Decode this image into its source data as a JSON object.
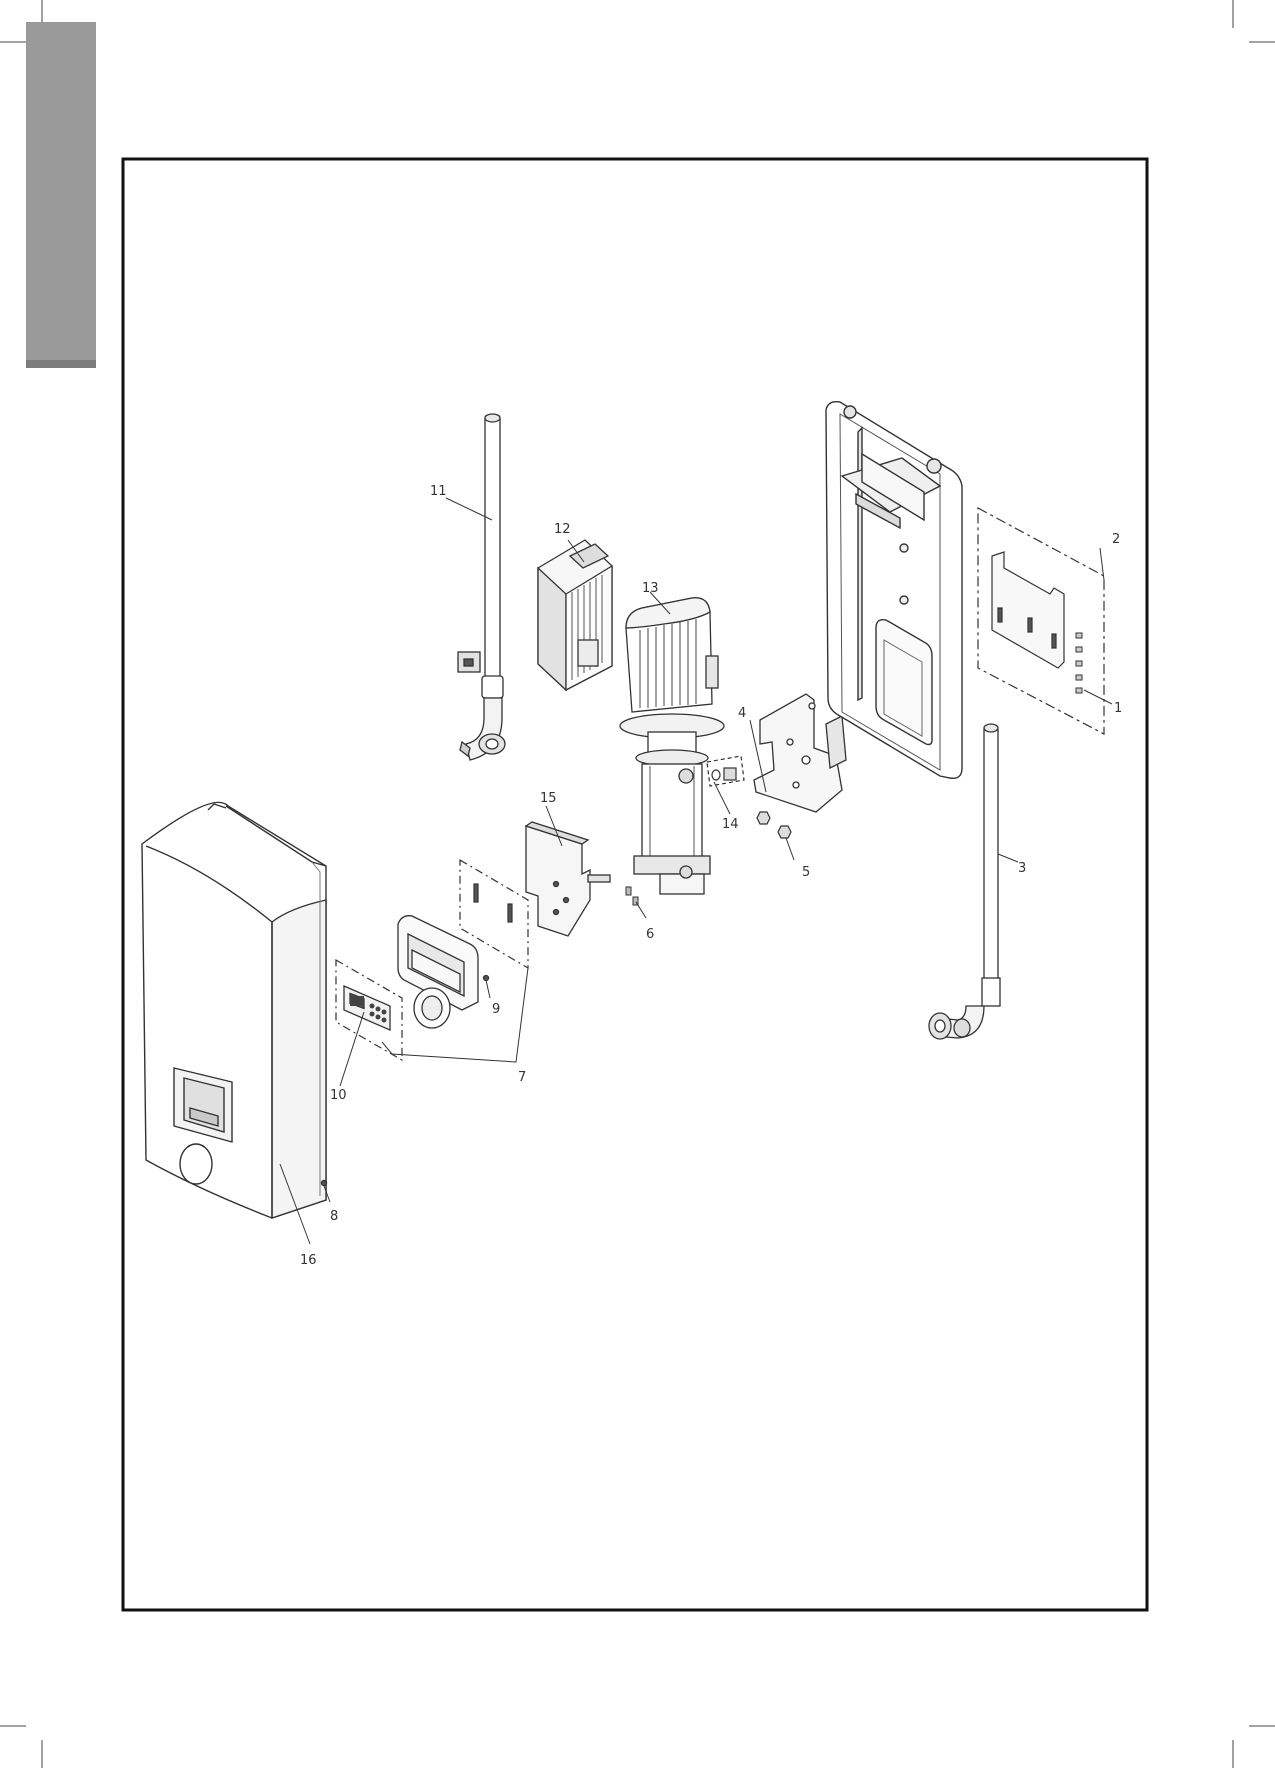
{
  "colors": {
    "frame": "#111111",
    "tab": "#9a9a9a",
    "line": "#333333"
  },
  "callouts": {
    "c1": "1",
    "c2": "2",
    "c3": "3",
    "c4": "4",
    "c5": "5",
    "c6": "6",
    "c7": "7",
    "c8": "8",
    "c9": "9",
    "c10": "10",
    "c11": "11",
    "c12": "12",
    "c13": "13",
    "c14": "14",
    "c15": "15",
    "c16": "16"
  }
}
